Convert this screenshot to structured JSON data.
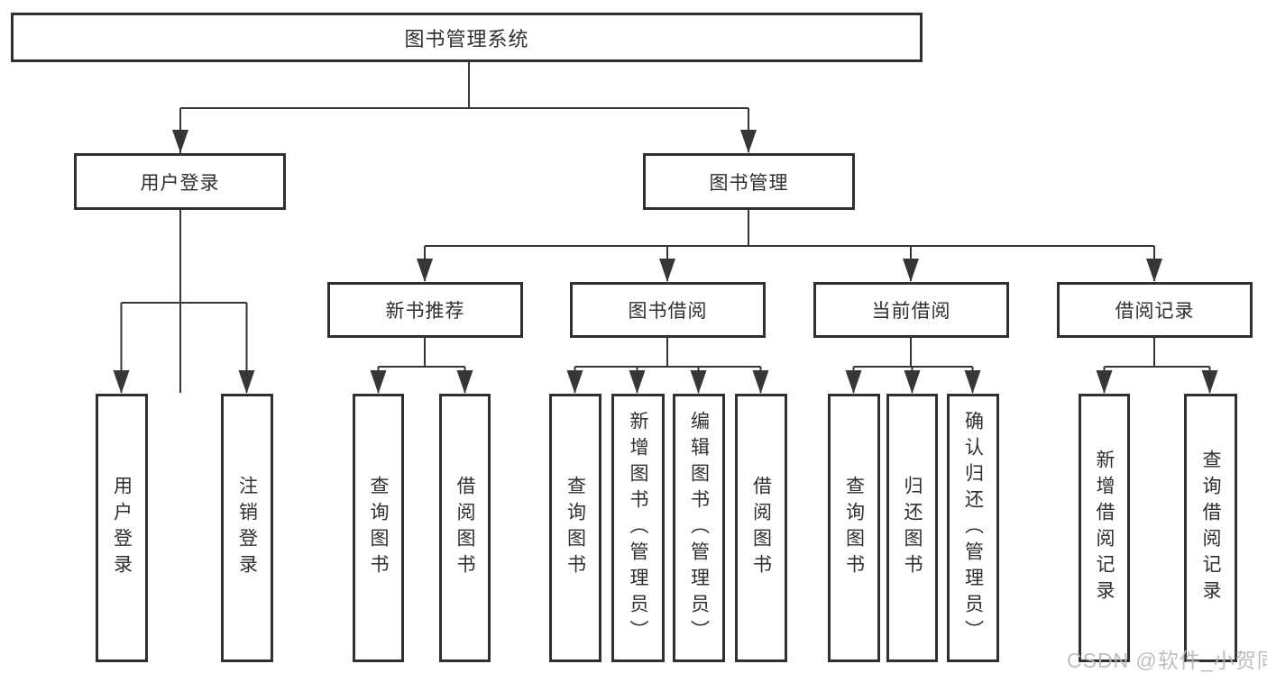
{
  "diagram_title": "图书管理系统",
  "nodes": {
    "root": {
      "label": "图书管理系统"
    },
    "level2": [
      {
        "label": "用户登录"
      },
      {
        "label": "图书管理"
      }
    ],
    "level3": [
      {
        "label": "新书推荐"
      },
      {
        "label": "图书借阅"
      },
      {
        "label": "当前借阅"
      },
      {
        "label": "借阅记录"
      }
    ],
    "leaves": [
      {
        "label": "用户登录"
      },
      {
        "label": "注销登录"
      },
      {
        "label": "查询图书"
      },
      {
        "label": "借阅图书"
      },
      {
        "label": "查询图书"
      },
      {
        "label": "新增图书（管理员）"
      },
      {
        "label": "编辑图书（管理员）"
      },
      {
        "label": "借阅图书"
      },
      {
        "label": "查询图书"
      },
      {
        "label": "归还图书"
      },
      {
        "label": "确认归还（管理员）"
      },
      {
        "label": "新增借阅记录"
      },
      {
        "label": "查询借阅记录"
      }
    ]
  },
  "watermark": {
    "text": "CSDN @软件_小贺同学"
  },
  "colors": {
    "line": "#363636",
    "node_border": "#303030",
    "node_text": "#2f2f2f",
    "background": "#ffffff",
    "watermark": "#b5b8bc"
  }
}
